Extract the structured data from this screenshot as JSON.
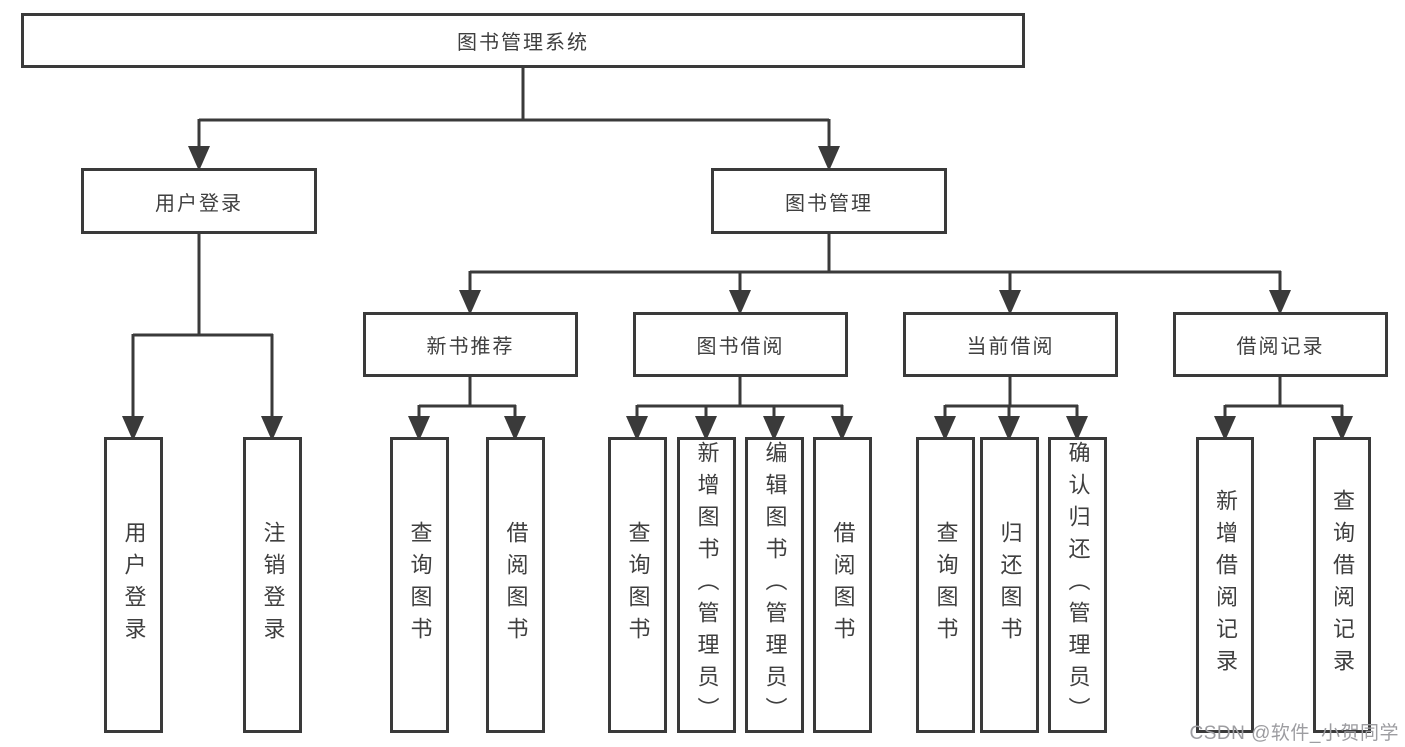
{
  "tree": {
    "root": {
      "label": "图书管理系统",
      "children": [
        {
          "label": "用户登录",
          "children": [
            {
              "label": "用户登录"
            },
            {
              "label": "注销登录"
            }
          ]
        },
        {
          "label": "图书管理",
          "children": [
            {
              "label": "新书推荐",
              "children": [
                {
                  "label": "查询图书"
                },
                {
                  "label": "借阅图书"
                }
              ]
            },
            {
              "label": "图书借阅",
              "children": [
                {
                  "label": "查询图书"
                },
                {
                  "label": "新增图书（管理员）"
                },
                {
                  "label": "编辑图书（管理员）"
                },
                {
                  "label": "借阅图书"
                }
              ]
            },
            {
              "label": "当前借阅",
              "children": [
                {
                  "label": "查询图书"
                },
                {
                  "label": "归还图书"
                },
                {
                  "label": "确认归还（管理员）"
                }
              ]
            },
            {
              "label": "借阅记录",
              "children": [
                {
                  "label": "新增借阅记录"
                },
                {
                  "label": "查询借阅记录"
                }
              ]
            }
          ]
        }
      ]
    }
  },
  "watermark": {
    "text": "CSDN @软件_小贺同学"
  },
  "colors": {
    "line": "#3a3a3a",
    "text": "#3f3f3f",
    "box_background": "#ffffff",
    "page_background": "#ffffff",
    "watermark": "#9d9da1"
  }
}
